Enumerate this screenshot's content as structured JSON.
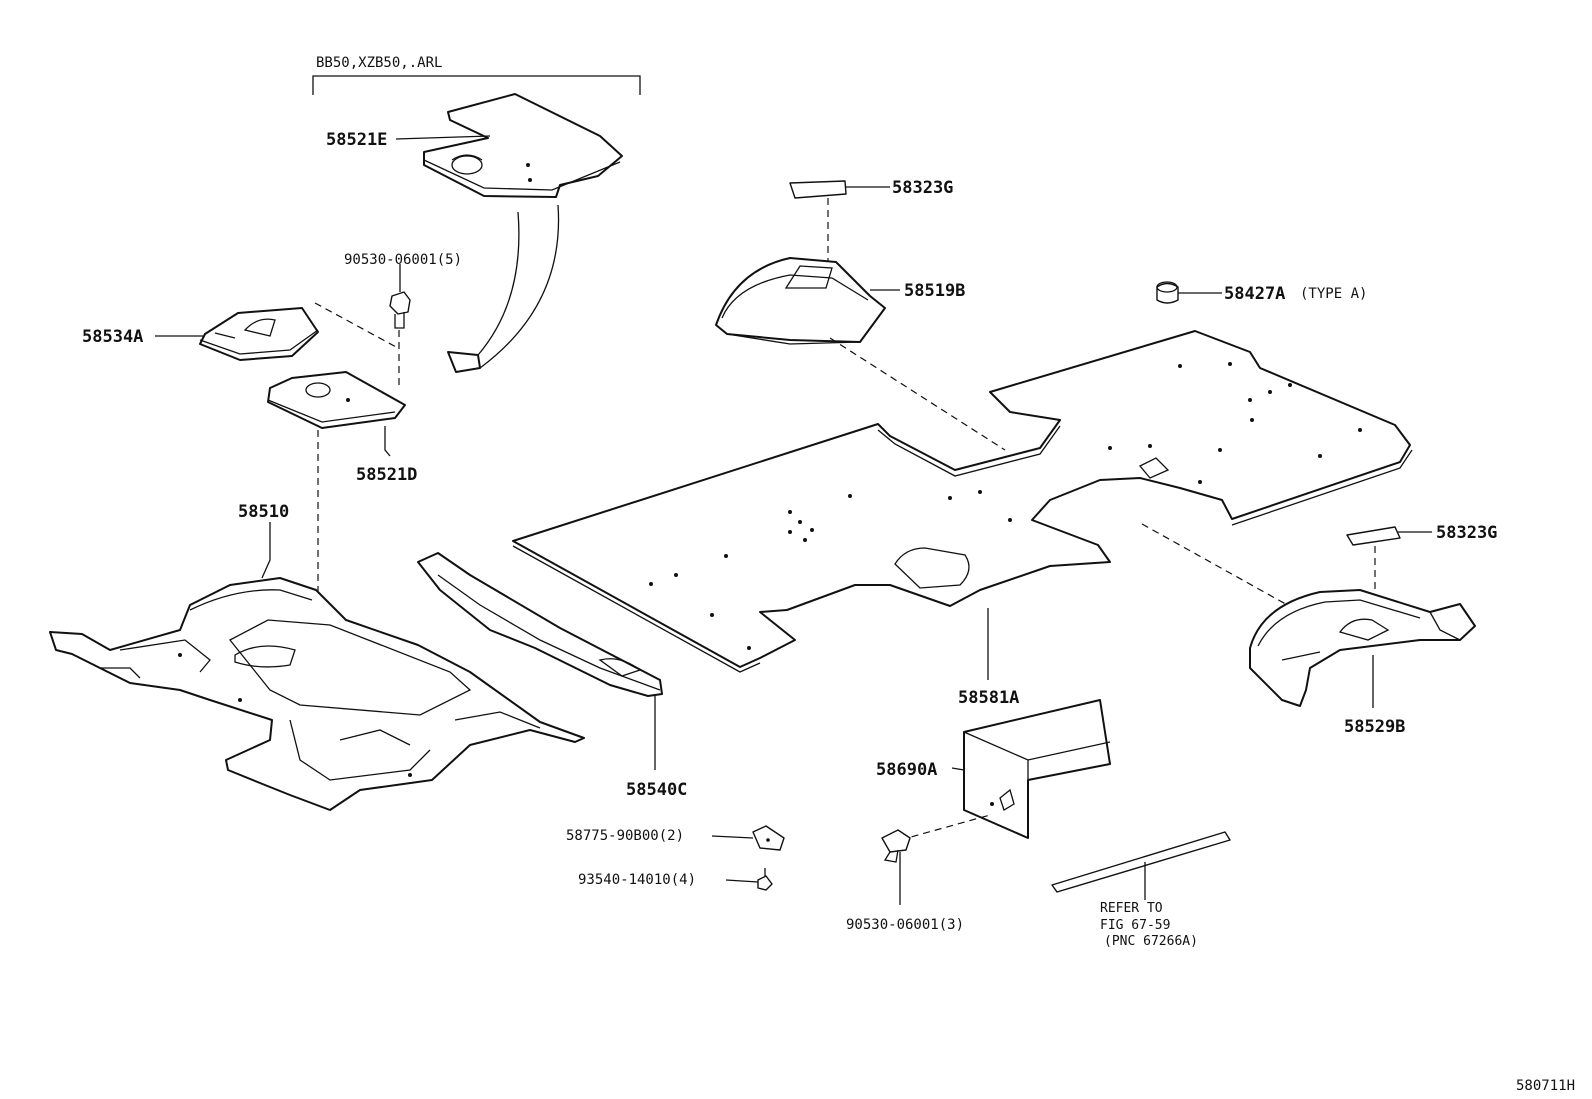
{
  "group_header": "BB50,XZB50,.ARL",
  "figure_id": "580711H",
  "callouts": {
    "p58521E": "58521E",
    "p58323G_top": "58323G",
    "p90530_5": "90530-06001(5)",
    "p58519B": "58519B",
    "p58427A": "58427A",
    "p58427A_note": "(TYPE A)",
    "p58534A": "58534A",
    "p58521D": "58521D",
    "p58510": "58510",
    "p58323G_right": "58323G",
    "p58581A": "58581A",
    "p58529B": "58529B",
    "p58690A": "58690A",
    "p58540C": "58540C",
    "p58775": "58775-90B00(2)",
    "p93540": "93540-14010(4)",
    "p90530_3": "90530-06001(3)"
  },
  "reference_note": {
    "line1": "REFER TO",
    "line2": "FIG 67-59",
    "line3": "(PNC 67266A)"
  }
}
